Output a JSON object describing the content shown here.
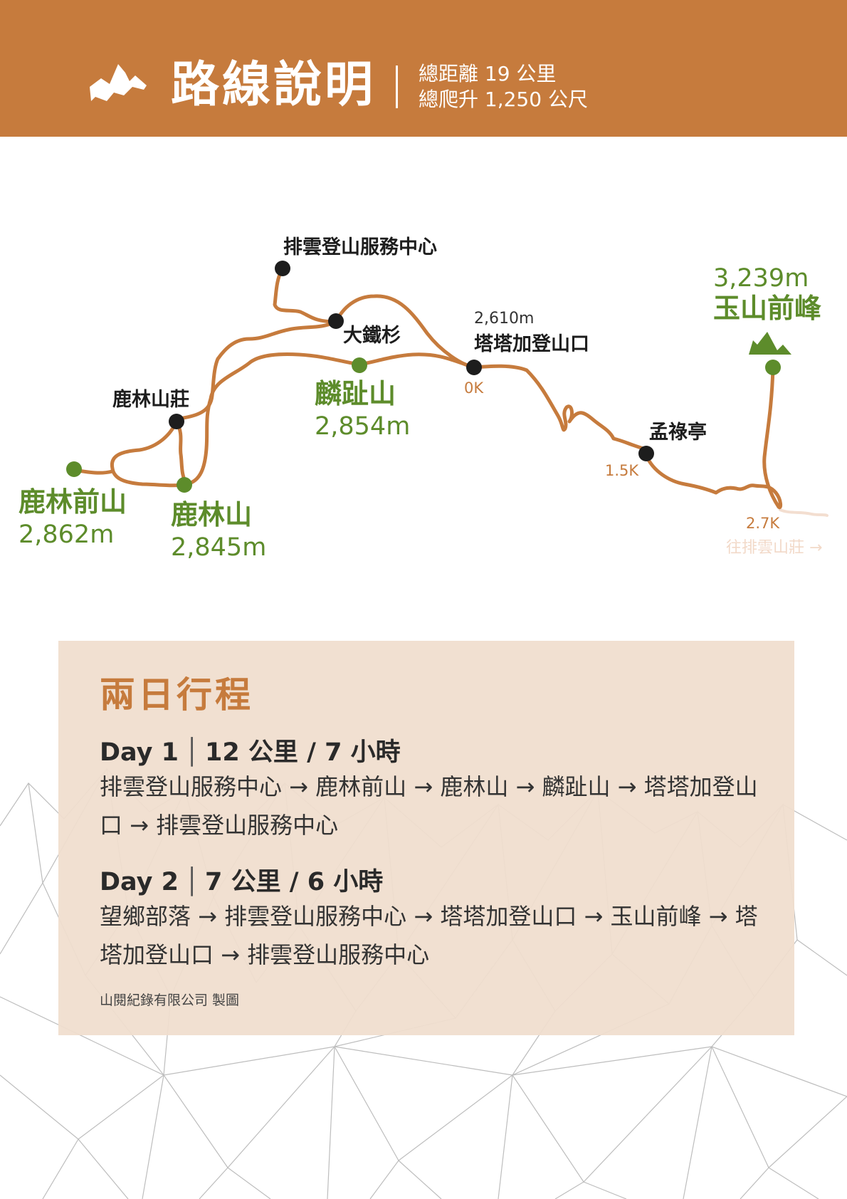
{
  "header": {
    "title": "路線說明",
    "stat_distance": "總距離 19 公里",
    "stat_ascent": "總爬升 1,250 公尺"
  },
  "map": {
    "stops": {
      "service_center": "排雲登山服務中心",
      "datiesha": "大鐵杉",
      "trailhead": "塔塔加登山口",
      "trailhead_elev": "2,610m",
      "trailhead_km": "0K",
      "lulin_lodge": "鹿林山莊",
      "mengluting": "孟祿亭",
      "mengluting_km": "1.5K",
      "end_km": "2.7K",
      "to_paiyun": "往排雲山莊 →"
    },
    "peaks": {
      "linzhi_name": "麟趾山",
      "linzhi_elev": "2,854m",
      "lulin_front_name": "鹿林前山",
      "lulin_front_elev": "2,862m",
      "lulin_name": "鹿林山",
      "lulin_elev": "2,845m",
      "yushan_front_name": "玉山前峰",
      "yushan_front_elev": "3,239m"
    },
    "colors": {
      "route": "#c67b3d",
      "peak": "#5d8c2b",
      "stop": "#1d1d1d"
    }
  },
  "itinerary": {
    "title": "兩日行程",
    "day1": {
      "label": "Day 1",
      "summary": "12 公里 / 7 小時",
      "route": "排雲登山服務中心 → 鹿林前山 → 鹿林山 → 麟趾山 → 塔塔加登山口 → 排雲登山服務中心"
    },
    "day2": {
      "label": "Day 2",
      "summary": "7 公里 / 6 小時",
      "route": "望鄉部落 → 排雲登山服務中心 → 塔塔加登山口 → 玉山前峰 → 塔塔加登山口 → 排雲登山服務中心"
    },
    "credit": "山閱紀錄有限公司 製圖"
  }
}
